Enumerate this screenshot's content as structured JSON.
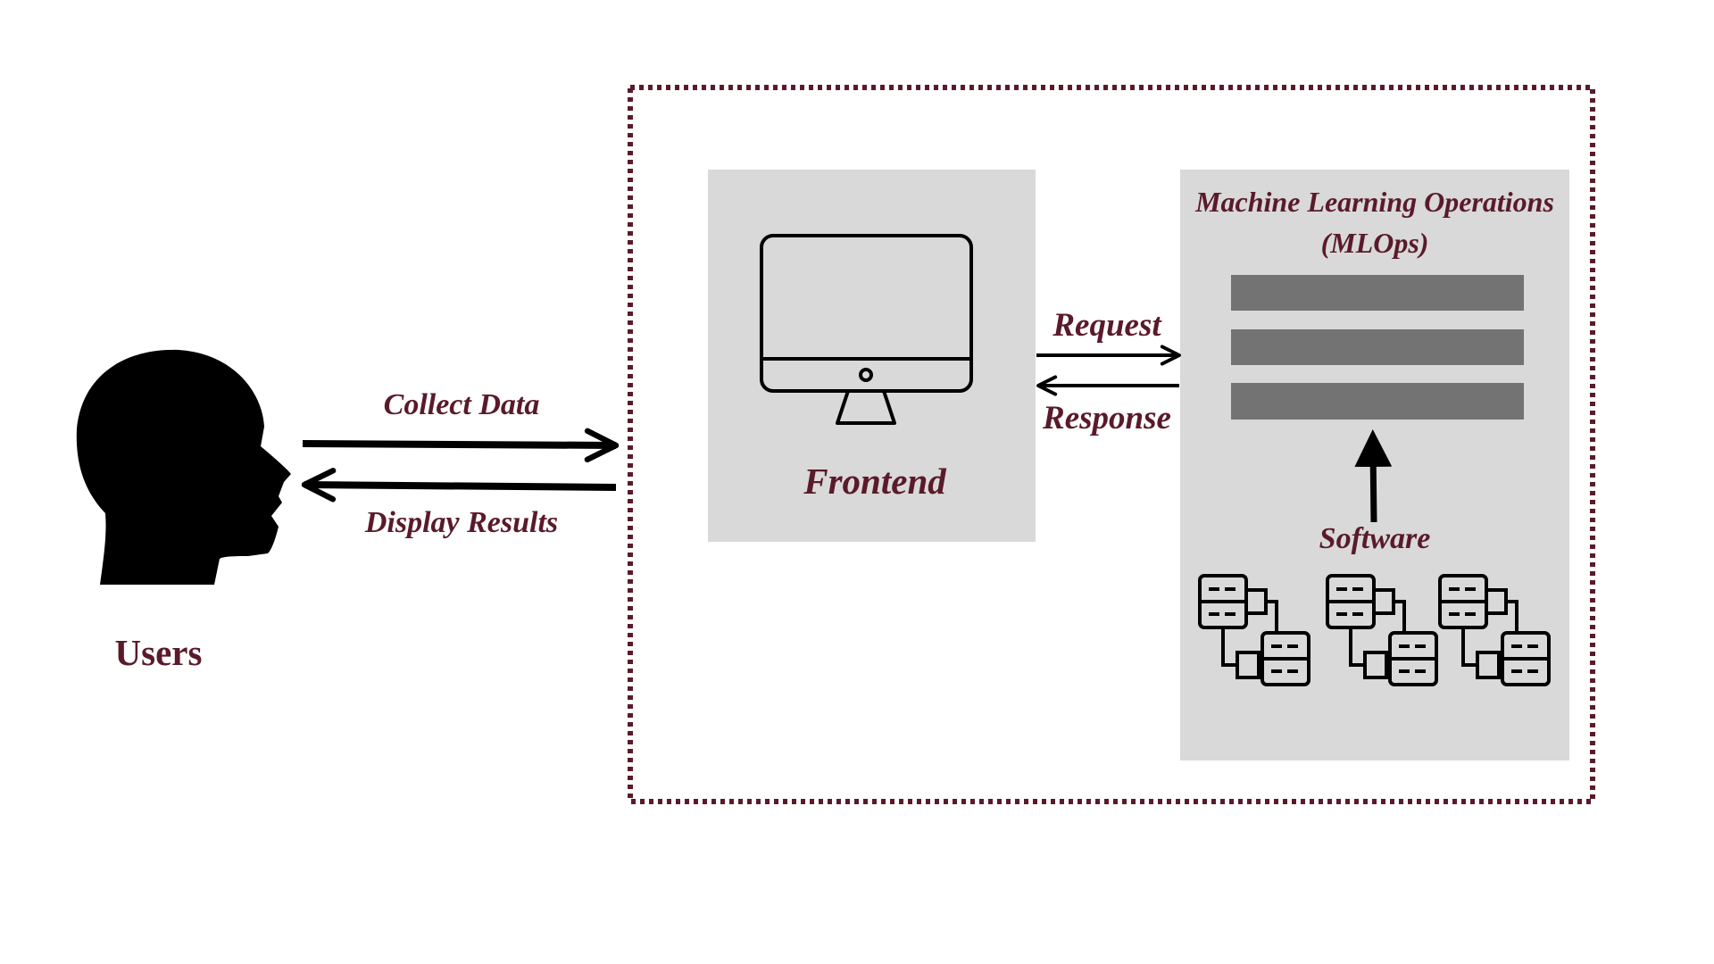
{
  "diagram": {
    "users_label": "Users",
    "collect_label": "Collect Data",
    "display_label": "Display Results",
    "request_label": "Request",
    "response_label": "Response",
    "frontend_label": "Frontend",
    "mlops_label": "Machine Learning Operations (MLOps)",
    "software_label": "Software"
  },
  "colors": {
    "label_text": "#5a1a2a",
    "boundary": "#5a1a2a",
    "panel_fill": "#d9d9d9",
    "bar_fill": "#737373",
    "ink": "#000000"
  },
  "icons": {
    "user": "person-head-silhouette-icon",
    "frontend": "monitor-icon",
    "software": "hierarchy-tree-icon"
  }
}
